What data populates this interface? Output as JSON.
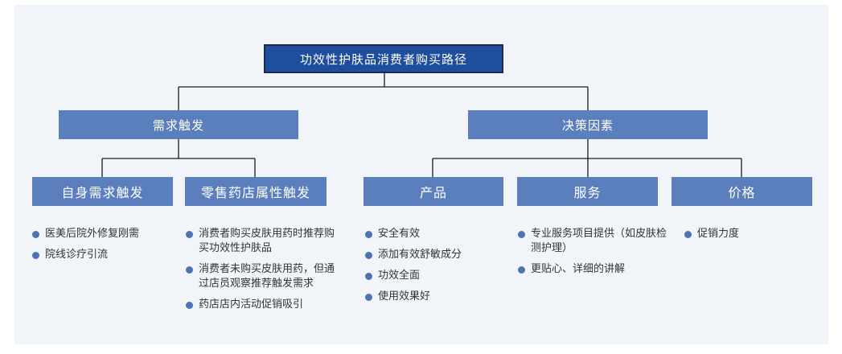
{
  "root": {
    "label": "功效性护肤品消费者购买路径"
  },
  "branches": [
    {
      "label": "需求触发",
      "children": [
        {
          "label": "自身需求触发",
          "items": [
            "医美后院外修复刚需",
            "院线诊疗引流"
          ]
        },
        {
          "label": "零售药店属性触发",
          "items": [
            "消费者购买皮肤用药时推荐购买功效性护肤品",
            "消费者未购买皮肤用药，但通过店员观察推荐触发需求",
            "药店店内活动促销吸引"
          ]
        }
      ]
    },
    {
      "label": "决策因素",
      "children": [
        {
          "label": "产品",
          "items": [
            "安全有效",
            "添加有效舒敏成分",
            "功效全面",
            "使用效果好"
          ]
        },
        {
          "label": "服务",
          "items": [
            "专业服务项目提供（如皮肤检测护理）",
            "更贴心、详细的讲解"
          ]
        },
        {
          "label": "价格",
          "items": [
            "促销力度"
          ]
        }
      ]
    }
  ],
  "colors": {
    "root_fill": "#1f4e9e",
    "node_fill": "#5b7fbd",
    "bullet": "#4f72b3",
    "connector": "#1a1a1a"
  }
}
